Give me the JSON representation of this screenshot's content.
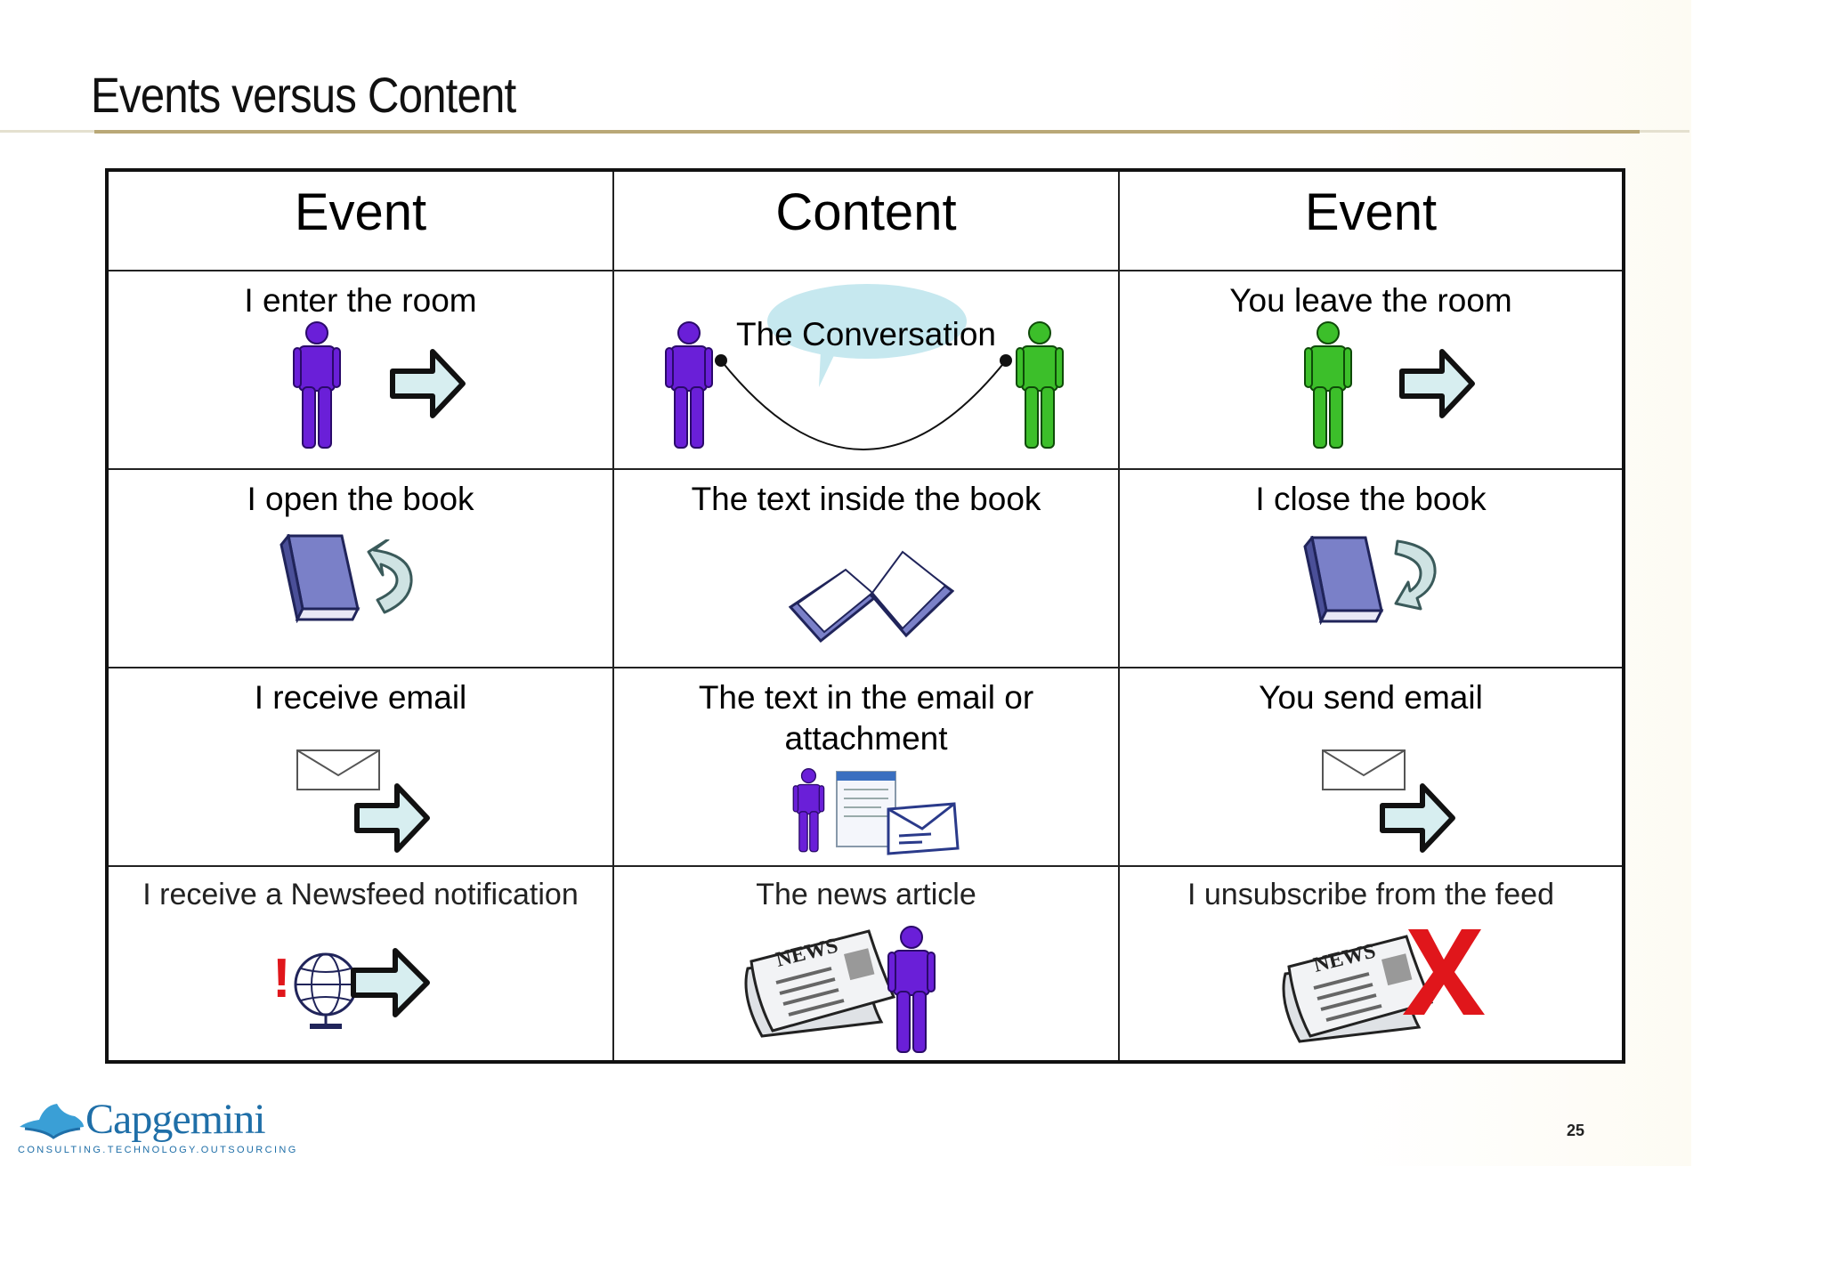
{
  "slide": {
    "title": "Events versus Content",
    "page_number": "25",
    "logo_name": "Capgemini",
    "logo_tagline": "CONSULTING.TECHNOLOGY.OUTSOURCING"
  },
  "table": {
    "headers": [
      "Event",
      "Content",
      "Event"
    ],
    "rows": [
      {
        "left": "I enter the room",
        "middle": "The Conversation",
        "right": "You leave the room"
      },
      {
        "left": "I open the book",
        "middle": "The text inside the book",
        "right": "I close the book"
      },
      {
        "left": "I receive email",
        "middle": "The text in the email or attachment",
        "right": "You send email"
      },
      {
        "left": "I receive a Newsfeed notification",
        "middle": "The news article",
        "right": "I unsubscribe from the feed"
      }
    ]
  },
  "icons": {
    "newspaper_text": "NEWS",
    "alert_mark": "!"
  },
  "colors": {
    "person_purple": "#6a1fd8",
    "person_green": "#3cbf2a",
    "arrow_fill": "#d7eef0",
    "book_fill": "#7a80c8",
    "bubble_fill": "#c6e8ef",
    "red_x": "#e0161b",
    "brand_blue": "#1f6fa8"
  }
}
